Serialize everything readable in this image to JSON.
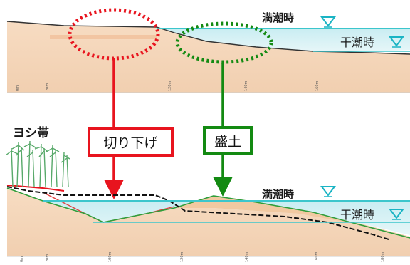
{
  "top_panel": {
    "high_tide_label": "満潮時",
    "low_tide_label": "干潮時",
    "scale_ticks": [
      "0m",
      "20m",
      "120m",
      "140m",
      "160m"
    ]
  },
  "bottom_panel": {
    "reed_label": "ヨシ帯",
    "cut_label": "切り下げ",
    "fill_label": "盛土",
    "high_tide_label": "満潮時",
    "low_tide_label": "干潮時",
    "scale_ticks": [
      "0m",
      "20m",
      "100m",
      "120m",
      "140m",
      "160m",
      "180m"
    ]
  },
  "colors": {
    "cut_accent": "#e8141e",
    "fill_accent": "#138a12",
    "water": "#bfe7ee",
    "soil": "#f3d3b4",
    "water_line": "#3cc6cc"
  }
}
